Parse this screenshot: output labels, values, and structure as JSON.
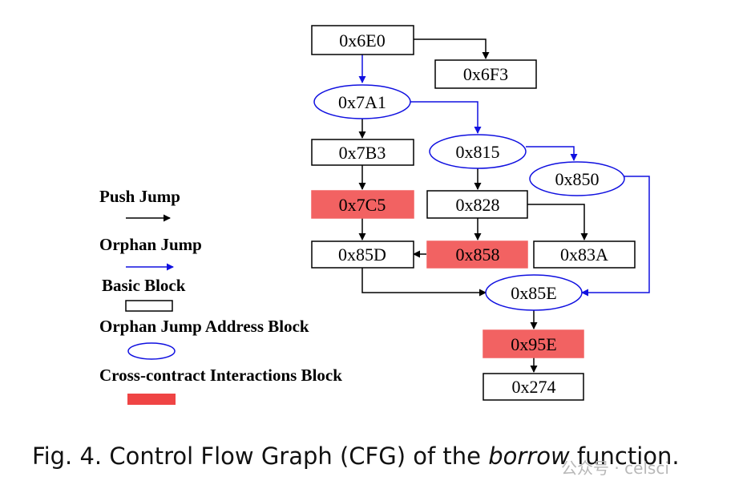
{
  "colors": {
    "push_edge": "#000000",
    "orphan_edge": "#1010e0",
    "basic_block_border": "#000000",
    "orphan_block_border": "#1010e0",
    "cross_contract_fill": "#f26262",
    "legend_cross_fill": "#ef4444"
  },
  "legend": {
    "push_jump": "Push Jump",
    "orphan_jump": "Orphan Jump",
    "basic_block": "Basic Block",
    "orphan_block": "Orphan Jump Address Block",
    "cross_block": "Cross-contract Interactions Block"
  },
  "nodes": {
    "n6E0": {
      "label": "0x6E0",
      "kind": "basic"
    },
    "n6F3": {
      "label": "0x6F3",
      "kind": "basic"
    },
    "n7A1": {
      "label": "0x7A1",
      "kind": "orphan"
    },
    "n7B3": {
      "label": "0x7B3",
      "kind": "basic"
    },
    "n815": {
      "label": "0x815",
      "kind": "orphan"
    },
    "n850": {
      "label": "0x850",
      "kind": "orphan"
    },
    "n7C5": {
      "label": "0x7C5",
      "kind": "cross"
    },
    "n828": {
      "label": "0x828",
      "kind": "basic"
    },
    "n85D": {
      "label": "0x85D",
      "kind": "basic"
    },
    "n858": {
      "label": "0x858",
      "kind": "cross"
    },
    "n83A": {
      "label": "0x83A",
      "kind": "basic"
    },
    "n85E": {
      "label": "0x85E",
      "kind": "orphan"
    },
    "n95E": {
      "label": "0x95E",
      "kind": "cross"
    },
    "n274": {
      "label": "0x274",
      "kind": "basic"
    }
  },
  "edges": [
    {
      "from": "0x6E0",
      "to": "0x6F3",
      "type": "push"
    },
    {
      "from": "0x6E0",
      "to": "0x7A1",
      "type": "orphan"
    },
    {
      "from": "0x7A1",
      "to": "0x7B3",
      "type": "push"
    },
    {
      "from": "0x7A1",
      "to": "0x815",
      "type": "orphan"
    },
    {
      "from": "0x815",
      "to": "0x850",
      "type": "orphan"
    },
    {
      "from": "0x7B3",
      "to": "0x7C5",
      "type": "push"
    },
    {
      "from": "0x815",
      "to": "0x828",
      "type": "push"
    },
    {
      "from": "0x7C5",
      "to": "0x85D",
      "type": "push"
    },
    {
      "from": "0x828",
      "to": "0x858",
      "type": "push"
    },
    {
      "from": "0x828",
      "to": "0x83A",
      "type": "push"
    },
    {
      "from": "0x858",
      "to": "0x85D",
      "type": "push"
    },
    {
      "from": "0x85D",
      "to": "0x85E",
      "type": "push"
    },
    {
      "from": "0x850",
      "to": "0x85E",
      "type": "orphan"
    },
    {
      "from": "0x85E",
      "to": "0x95E",
      "type": "push"
    },
    {
      "from": "0x95E",
      "to": "0x274",
      "type": "push"
    }
  ],
  "caption": {
    "prefix": "Fig. 4.  Control Flow Graph (CFG) of the ",
    "emphasis": "borrow",
    "suffix": " function."
  },
  "watermark": "公众号 · celsci"
}
